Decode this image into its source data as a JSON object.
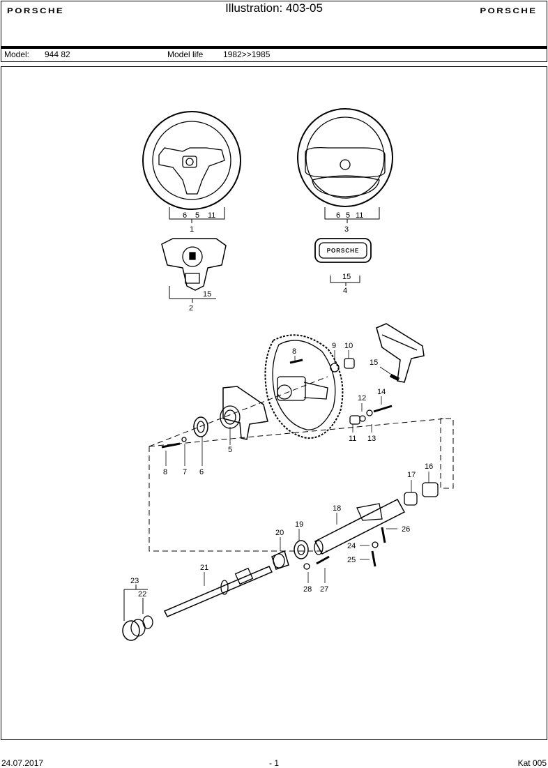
{
  "header": {
    "brand_left": "PORSCHE",
    "title": "Illustration: 403-05",
    "brand_right": "PORSCHE"
  },
  "model_bar": {
    "model_label": "Model:",
    "model_value": "944 82",
    "life_label": "Model life",
    "life_value": "1982>>1985"
  },
  "diagram": {
    "wheel_a": {
      "sub_labels": [
        "6",
        "5",
        "11"
      ],
      "label": "1"
    },
    "wheel_b": {
      "sub_labels": [
        "6",
        "5",
        "11"
      ],
      "label": "3"
    },
    "pad_a": {
      "sub_label": "15",
      "label": "2"
    },
    "pad_b": {
      "badge_text": "PORSCHE",
      "sub_label": "15",
      "label": "4"
    },
    "callouts": [
      "8",
      "9",
      "10",
      "15",
      "14",
      "12",
      "11",
      "13",
      "5",
      "8",
      "7",
      "6",
      "17",
      "16",
      "18",
      "19",
      "20",
      "26",
      "24",
      "25",
      "21",
      "28",
      "27",
      "23",
      "22"
    ]
  },
  "footer": {
    "date": "24.07.2017",
    "page": "- 1",
    "catalog": "Kat 005"
  }
}
